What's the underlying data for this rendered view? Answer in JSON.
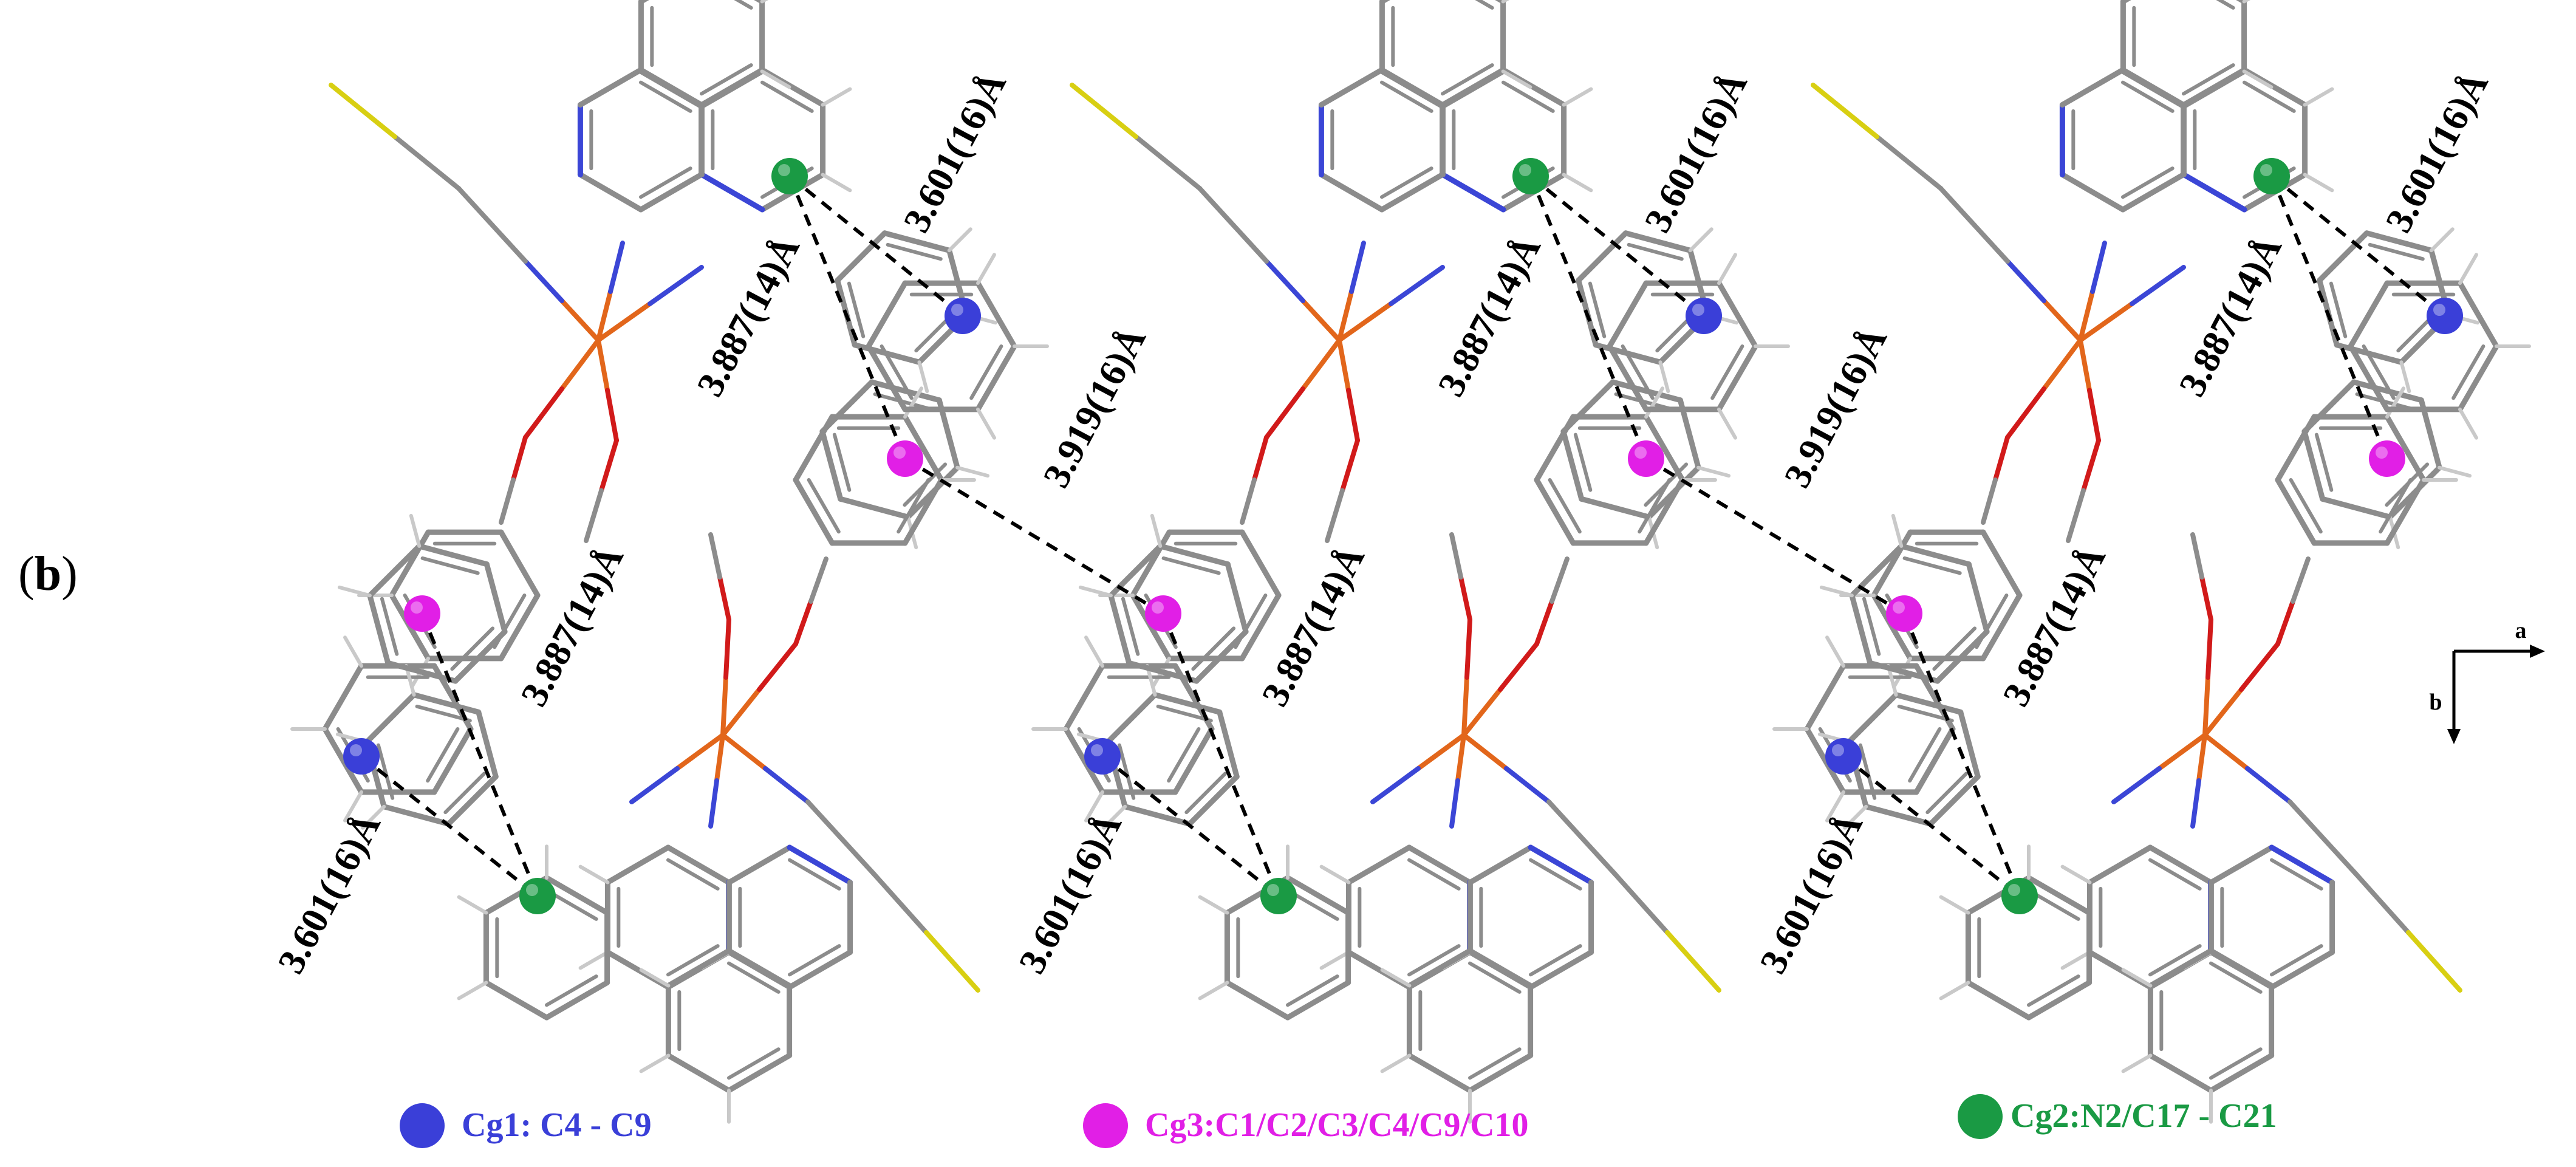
{
  "panel_label": "b",
  "axes": {
    "a_label": "a",
    "b_label": "b"
  },
  "distances": {
    "cg1_cg2": "3.601(16)Å",
    "cg2_cg3": "3.887(14)Å",
    "cg3_cg3": "3.919(16)Å"
  },
  "legend": [
    {
      "id": "cg1",
      "text": "Cg1: C4 - C9",
      "color": "#3a3fd8"
    },
    {
      "id": "cg3",
      "text": "Cg3:C1/C2/C3/C4/C9/C10",
      "color": "#e11fe6"
    },
    {
      "id": "cg2",
      "text": "Cg2:N2/C17 - C21",
      "color": "#1a9a44"
    }
  ],
  "colors": {
    "carbon": "#8c8c8c",
    "hydrogen": "#c9c9c9",
    "nitrogen": "#3b46d6",
    "oxygen": "#d11a1a",
    "metal": "#e2661b",
    "sulfur": "#d8cf12",
    "contact": "#000000"
  }
}
